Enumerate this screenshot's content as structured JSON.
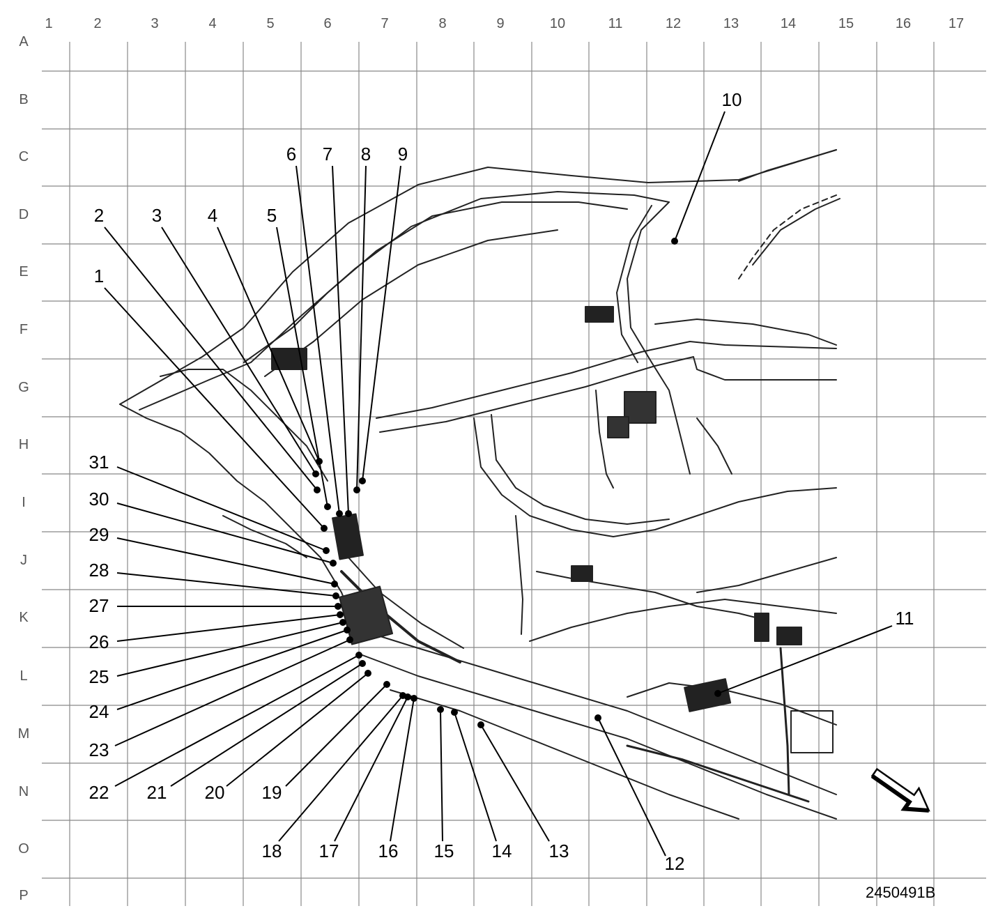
{
  "columns": [
    "1",
    "2",
    "3",
    "4",
    "5",
    "6",
    "7",
    "8",
    "9",
    "10",
    "11",
    "12",
    "13",
    "14",
    "15",
    "16",
    "17"
  ],
  "rows": [
    "A",
    "B",
    "C",
    "D",
    "E",
    "F",
    "G",
    "H",
    "I",
    "J",
    "K",
    "L",
    "M",
    "N",
    "O",
    "P"
  ],
  "callouts": [
    {
      "n": "1"
    },
    {
      "n": "2"
    },
    {
      "n": "3"
    },
    {
      "n": "4"
    },
    {
      "n": "5"
    },
    {
      "n": "6"
    },
    {
      "n": "7"
    },
    {
      "n": "8"
    },
    {
      "n": "9"
    },
    {
      "n": "10"
    },
    {
      "n": "11"
    },
    {
      "n": "12"
    },
    {
      "n": "13"
    },
    {
      "n": "14"
    },
    {
      "n": "15"
    },
    {
      "n": "16"
    },
    {
      "n": "17"
    },
    {
      "n": "18"
    },
    {
      "n": "19"
    },
    {
      "n": "20"
    },
    {
      "n": "21"
    },
    {
      "n": "22"
    },
    {
      "n": "23"
    },
    {
      "n": "24"
    },
    {
      "n": "25"
    },
    {
      "n": "26"
    },
    {
      "n": "27"
    },
    {
      "n": "28"
    },
    {
      "n": "29"
    },
    {
      "n": "30"
    },
    {
      "n": "31"
    }
  ],
  "figure_id": "2450491B",
  "colors": {
    "grid": "#888888",
    "lines": "#222222",
    "background": "#ffffff"
  },
  "icons": {
    "direction": "front-direction-arrow-icon"
  }
}
